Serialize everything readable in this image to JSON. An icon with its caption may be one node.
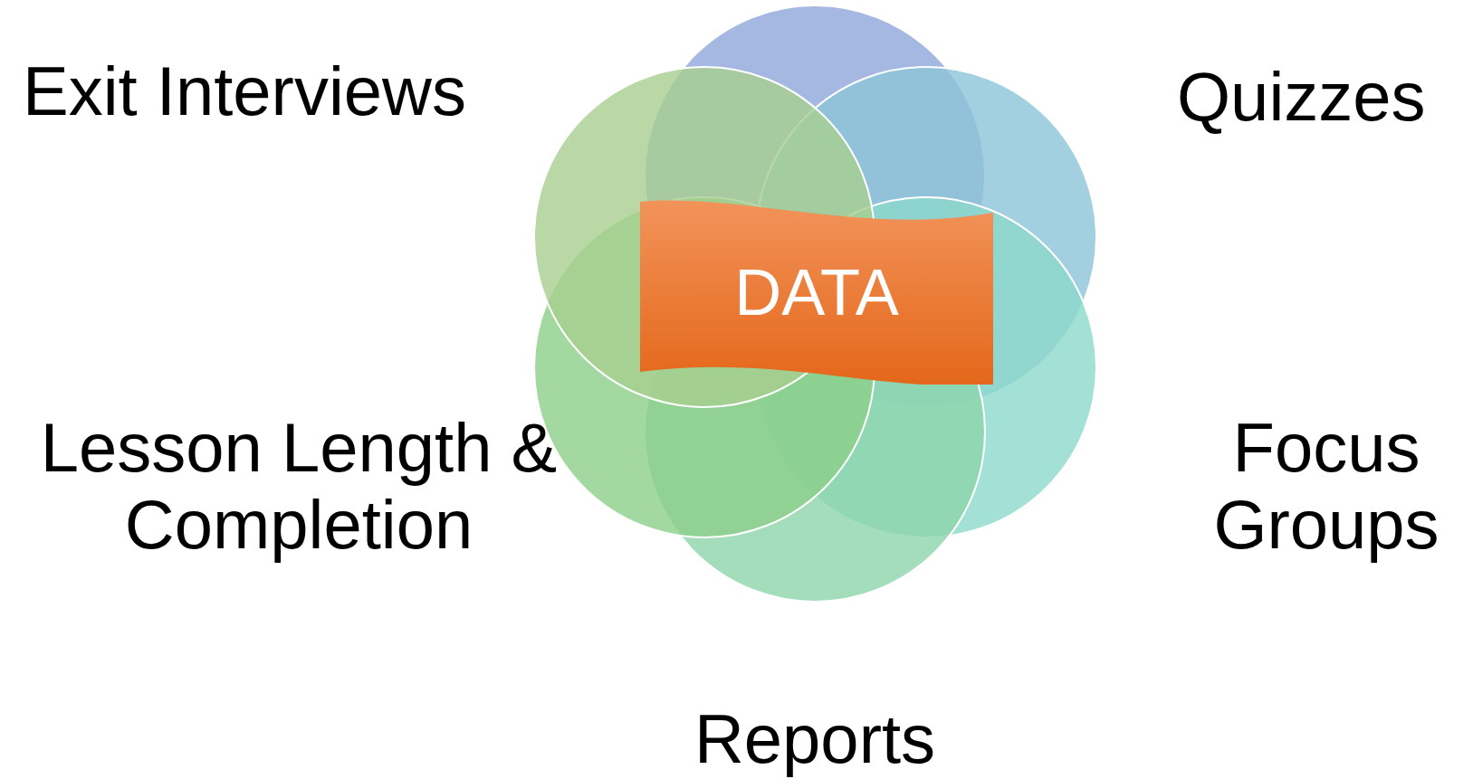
{
  "diagram": {
    "nodes": [
      {
        "text": [
          "DATA"
        ]
      }
    ],
    "edges": [],
    "labels": [
      "Exit Interviews",
      "Quizzes",
      "Lesson Length & Completion",
      "Focus Groups",
      "Reports"
    ]
  }
}
